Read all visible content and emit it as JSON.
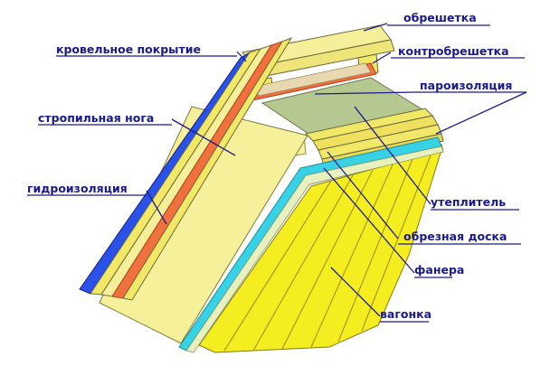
{
  "labels": {
    "roofing": "кровельное покрытие",
    "battens": "обрешетка",
    "counter_battens": "контробрешетка",
    "vapor_barrier": "пароизоляция",
    "rafter": "стропильная нога",
    "waterproofing": "гидроизоляция",
    "insulation": "утеплитель",
    "edged_board": "обрезная доска",
    "plywood": "фанера",
    "lining": "вагонка"
  },
  "colors": {
    "label_text": "#1a1a8c",
    "roof_cover": "#2a52e8",
    "waterproofing_membrane": "#f07040",
    "wood": "#f2e860",
    "lining": "#f4ee20",
    "insulation": "#b4c890",
    "vapor_barrier_film": "#38d2e6"
  }
}
